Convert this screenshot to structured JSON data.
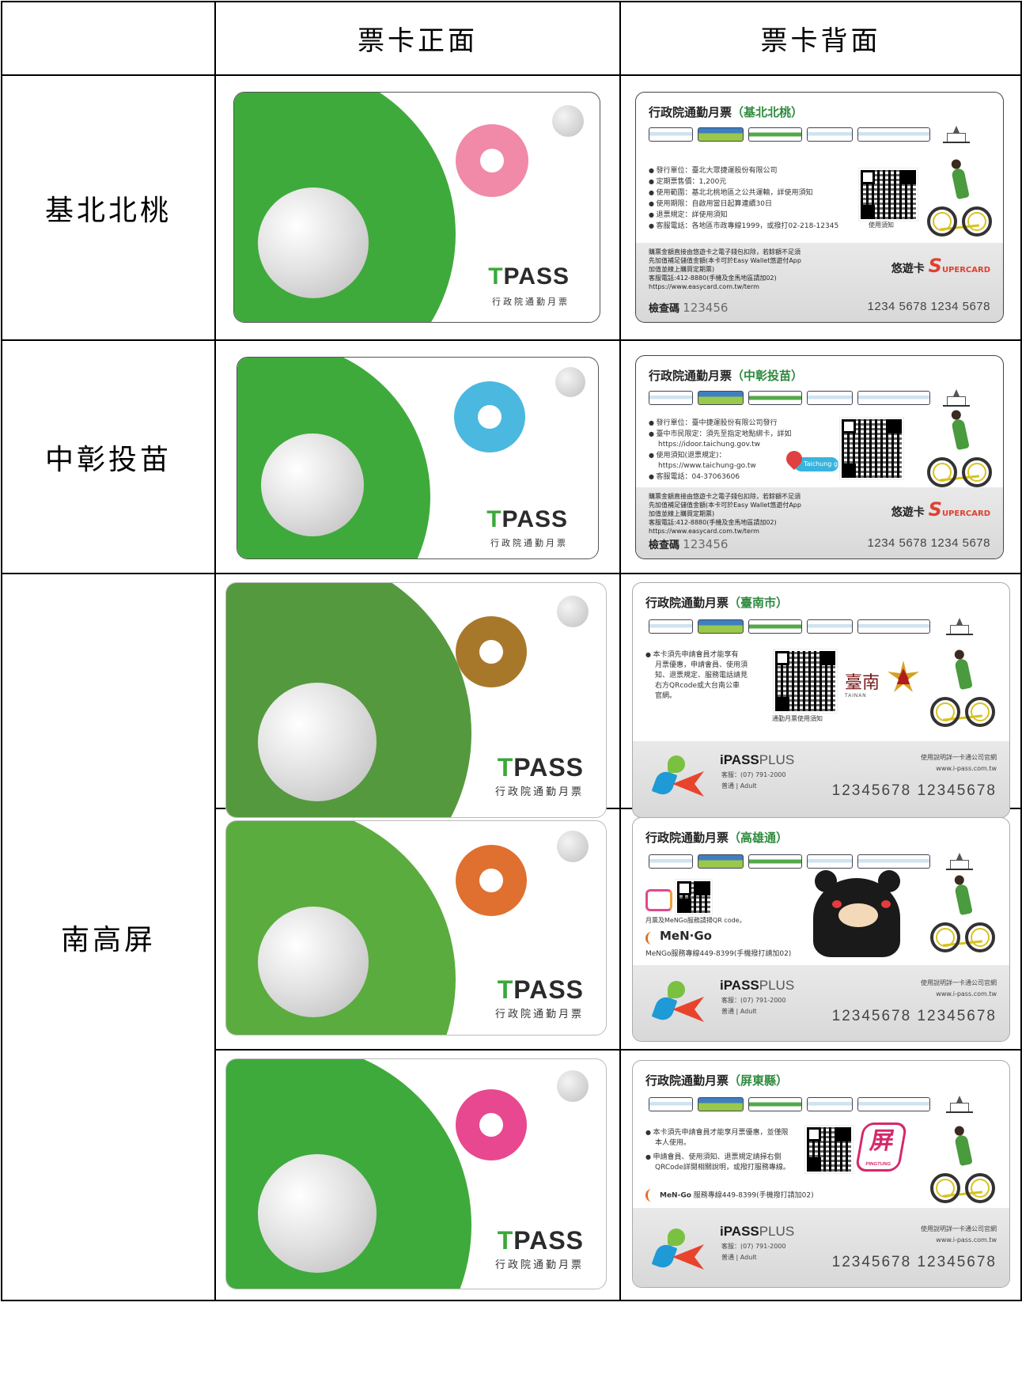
{
  "header": {
    "col_front": "票卡正面",
    "col_back": "票卡背面"
  },
  "rows": [
    {
      "label": "基北北桃",
      "front": {
        "brand": "TPASS",
        "brand_sub": "行政院通勤月票",
        "main_color": "#3faa3c",
        "accent_color": "#f08aa8"
      },
      "back": {
        "title_prefix": "行政院通勤月票",
        "title_region": "（基北北桃）",
        "info": [
          "發行單位：臺北大眾捷運股份有限公司",
          "定期票售價：1,200元",
          "使用範圍：基北北桃地區之公共運輸，詳使用須知",
          "使用期限：自啟用當日起算連續30日",
          "退票規定：詳使用須知",
          "客服電話：各地區市政專線1999，或撥打02-218-12345"
        ],
        "qr_caption": "使用須知",
        "notes": [
          "購票金額直接由悠遊卡之電子錢包扣除，若餘額不足須",
          "先加值補足儲值金額(本卡可於Easy Wallet悠遊付App",
          "加值並線上購買定期票)",
          "客服電話:412-8880(手機及金馬地區請加02)",
          "https://www.easycard.com.tw/term"
        ],
        "check_label": "檢查碼",
        "check_code": "123456",
        "card_logo_cn": "悠遊卡",
        "card_logo_s": "S",
        "card_logo_en": "UPERCARD",
        "card_number": "1234 5678 1234 5678"
      }
    },
    {
      "label": "中彰投苗",
      "front": {
        "brand": "TPASS",
        "brand_sub": "行政院通勤月票",
        "main_color": "#3faa3c",
        "accent_color": "#4bb8e0"
      },
      "back": {
        "title_prefix": "行政院通勤月票",
        "title_region": "（中彰投苗）",
        "info": [
          "發行單位：臺中捷運股份有限公司發行",
          "臺中市民限定：須先至指定地點綁卡，詳如",
          "https://idoor.taichung.gov.tw",
          "使用須知(退票規定)：",
          "https://www.taichung-go.tw",
          "客服電話：04-37063606"
        ],
        "taichung_logo": "Taichung go!",
        "notes": [
          "購票金額直接由悠遊卡之電子錢包扣除，若餘額不足須",
          "先加值補足儲值金額(本卡可於Easy Wallet悠遊付App",
          "加值並線上購買定期票)",
          "客服電話:412-8880(手機及金馬地區請加02)",
          "https://www.easycard.com.tw/term"
        ],
        "check_label": "檢查碼",
        "check_code": "123456",
        "card_logo_cn": "悠遊卡",
        "card_logo_s": "S",
        "card_logo_en": "UPERCARD",
        "card_number": "1234 5678 1234 5678"
      }
    },
    {
      "label": "南高屏",
      "sub": [
        {
          "front": {
            "brand": "TPASS",
            "brand_sub": "行政院通勤月票",
            "main_color": "#55993f",
            "accent_color": "#a8782a"
          },
          "back": {
            "title_prefix": "行政院通勤月票",
            "title_region": "（臺南市）",
            "info": [
              "本卡須先申請會員才能享有",
              "月票優惠，申請會員、使用須",
              "知、退票規定、服務電話請見",
              "右方QRcode或大台南公車",
              "官網。"
            ],
            "qr_caption": "通勤月票使用須知",
            "city": "臺南",
            "city_en": "TAINAN",
            "ipass_name": "iPASS",
            "ipass_plus": "PLUS",
            "ipass_service": "客服：(07) 791-2000",
            "ipass_type": "普通 | Adult",
            "ipass_web_1": "使用說明詳一卡通公司官網",
            "ipass_web_2": "www.i-pass.com.tw",
            "ipass_number": "12345678 12345678"
          }
        },
        {
          "front": {
            "brand": "TPASS",
            "brand_sub": "行政院通勤月票",
            "main_color": "#5aac3e",
            "accent_color": "#e07030"
          },
          "back": {
            "title_prefix": "行政院通勤月票",
            "title_region": "（高雄通）",
            "qr_caption": "月票及MeNGo服務請掃QR code。",
            "mengo": "MeN·Go",
            "mengo_line": "MeNGo服務專線449-8399(手機撥打請加02)",
            "ipass_name": "iPASS",
            "ipass_plus": "PLUS",
            "ipass_service": "客服：(07) 791-2000",
            "ipass_type": "普通 | Adult",
            "ipass_web_1": "使用說明詳一卡通公司官網",
            "ipass_web_2": "www.i-pass.com.tw",
            "ipass_number": "12345678 12345678"
          }
        },
        {
          "front": {
            "brand": "TPASS",
            "brand_sub": "行政院通勤月票",
            "main_color": "#3faa3c",
            "accent_color": "#e8488f"
          },
          "back": {
            "title_prefix": "行政院通勤月票",
            "title_region": "（屏東縣）",
            "info": [
              "本卡須先申請會員才能享月票優惠，並僅限",
              "本人使用。",
              "申請會員、使用須知、退票規定請掃右側",
              "QRCode詳閱相關說明，或撥打服務專線。"
            ],
            "city_badge": "屏",
            "city_badge_en": "PINGTUNG",
            "mengo": "MeN-Go",
            "mengo_line": "服務專線449-8399(手機撥打請加02)",
            "ipass_name": "iPASS",
            "ipass_plus": "PLUS",
            "ipass_service": "客服：(07) 791-2000",
            "ipass_type": "普通 | Adult",
            "ipass_web_1": "使用說明詳一卡通公司官網",
            "ipass_web_2": "www.i-pass.com.tw",
            "ipass_number": "12345678 12345678"
          }
        }
      ]
    }
  ]
}
